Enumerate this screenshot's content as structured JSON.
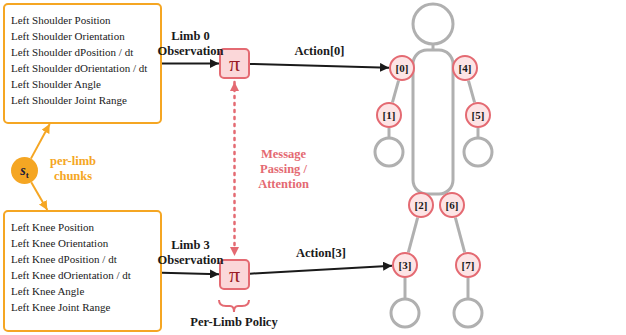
{
  "diagram": {
    "nodes": [
      {
        "text": [
          "Left Shoulder Position",
          "Left Shoulder Orientation",
          "Left Shoulder dPosition / dt",
          "Left Shoulder dOrientation / dt",
          "Left Shoulder Angle",
          "Left Shoulder Joint Range"
        ]
      },
      {
        "text": [
          "s",
          "t"
        ]
      },
      {
        "text": [
          "Left Knee Position",
          "Left Knee Orientation",
          "Left Knee dPosition / dt",
          "Left Knee dOrientation / dt",
          "Left Knee Angle",
          "Left Knee Joint Range"
        ]
      },
      {
        "text": [
          "π"
        ]
      },
      {
        "text": [
          "π"
        ]
      },
      {
        "text": [
          "[0]"
        ]
      },
      {
        "text": [
          "[4]"
        ]
      },
      {
        "text": [
          "[1]"
        ]
      },
      {
        "text": [
          "[5]"
        ]
      },
      {
        "text": [
          "[2]"
        ]
      },
      {
        "text": [
          "[6]"
        ]
      },
      {
        "text": [
          "[3]"
        ]
      },
      {
        "text": [
          "[7]"
        ]
      }
    ],
    "edges": [
      {
        "from": 1,
        "to": 0,
        "arrow": "to"
      },
      {
        "from": 1,
        "to": 2,
        "arrow": "to"
      },
      {
        "from": 0,
        "to": 3,
        "label": "Limb 0 Observation",
        "arrow": "to"
      },
      {
        "from": 2,
        "to": 4,
        "label": "Limb 3 Observation",
        "arrow": "to"
      },
      {
        "from": 3,
        "to": 4,
        "label": "Message Passing / Attention",
        "arrow": "both"
      },
      {
        "from": 3,
        "to": 5,
        "label": "Action[0]",
        "arrow": "to"
      },
      {
        "from": 4,
        "to": 11,
        "label": "Action[3]",
        "arrow": "to"
      },
      {
        "from": 5,
        "to": 7,
        "arrow": "none"
      },
      {
        "from": 6,
        "to": 8,
        "arrow": "none"
      },
      {
        "from": 9,
        "to": 11,
        "arrow": "none"
      },
      {
        "from": 10,
        "to": 12,
        "arrow": "none"
      }
    ],
    "labels": [
      "per-limb chunks",
      "Per-Limb Policy"
    ]
  }
}
